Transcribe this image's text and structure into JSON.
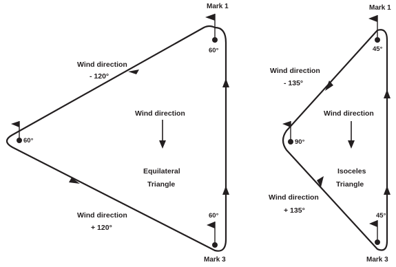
{
  "left_diagram": {
    "title_line1": "Equilateral",
    "title_line2": "Triangle",
    "wind_center_label": "Wind direction",
    "top_leg_label": "Wind direction",
    "top_leg_angle": "- 120°",
    "bottom_leg_label": "Wind direction",
    "bottom_leg_angle": "+ 120°",
    "mark1_label": "Mark 1",
    "mark3_label": "Mark 3",
    "mark1_angle": "60°",
    "mark2_angle": "60°",
    "mark3_angle": "60°"
  },
  "right_diagram": {
    "title_line1": "Isoceles",
    "title_line2": "Triangle",
    "wind_center_label": "Wind direction",
    "top_leg_label": "Wind direction",
    "top_leg_angle": "- 135°",
    "bottom_leg_label": "Wind direction",
    "bottom_leg_angle": "+ 135°",
    "mark1_label": "Mark 1",
    "mark3_label": "Mark 3",
    "mark1_angle": "45°",
    "mark2_angle": "90°",
    "mark3_angle": "45°"
  }
}
